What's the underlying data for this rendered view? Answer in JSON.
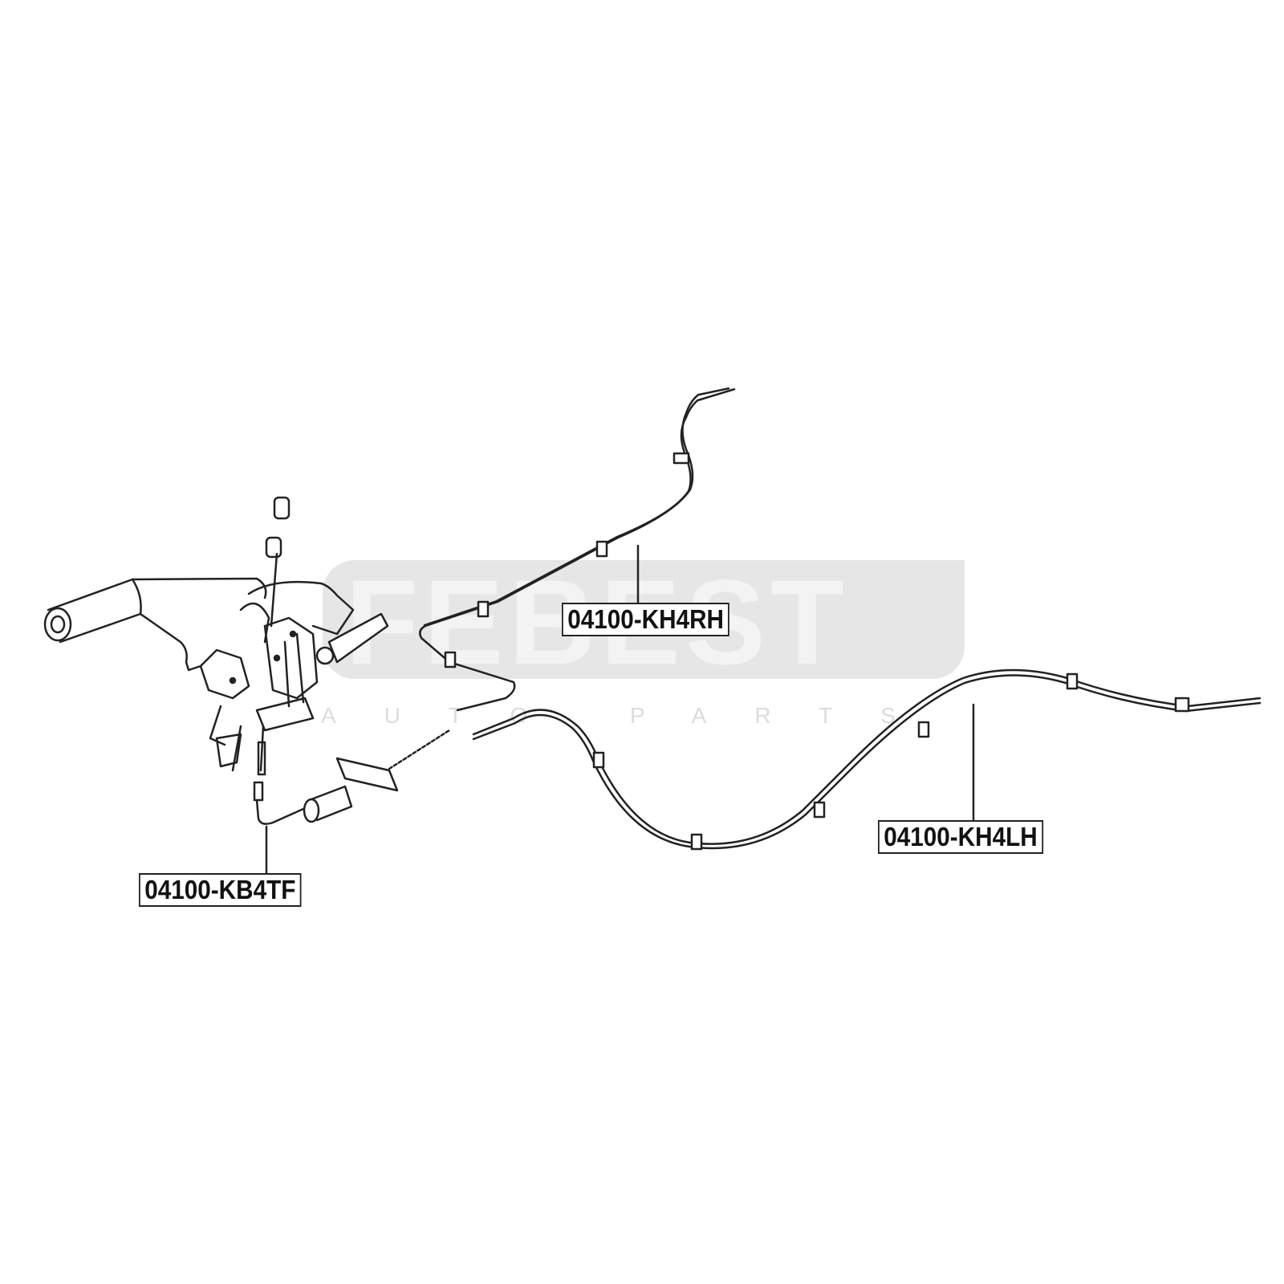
{
  "watermark": {
    "brand": "FEBEST",
    "tagline": "AUTO PARTS"
  },
  "labels": {
    "front_cable": "04100-KB4TF",
    "right_cable": "04100-KH4RH",
    "left_cable": "04100-KH4LH"
  },
  "colors": {
    "line": "#222222",
    "watermark": "#e6e6e6"
  }
}
